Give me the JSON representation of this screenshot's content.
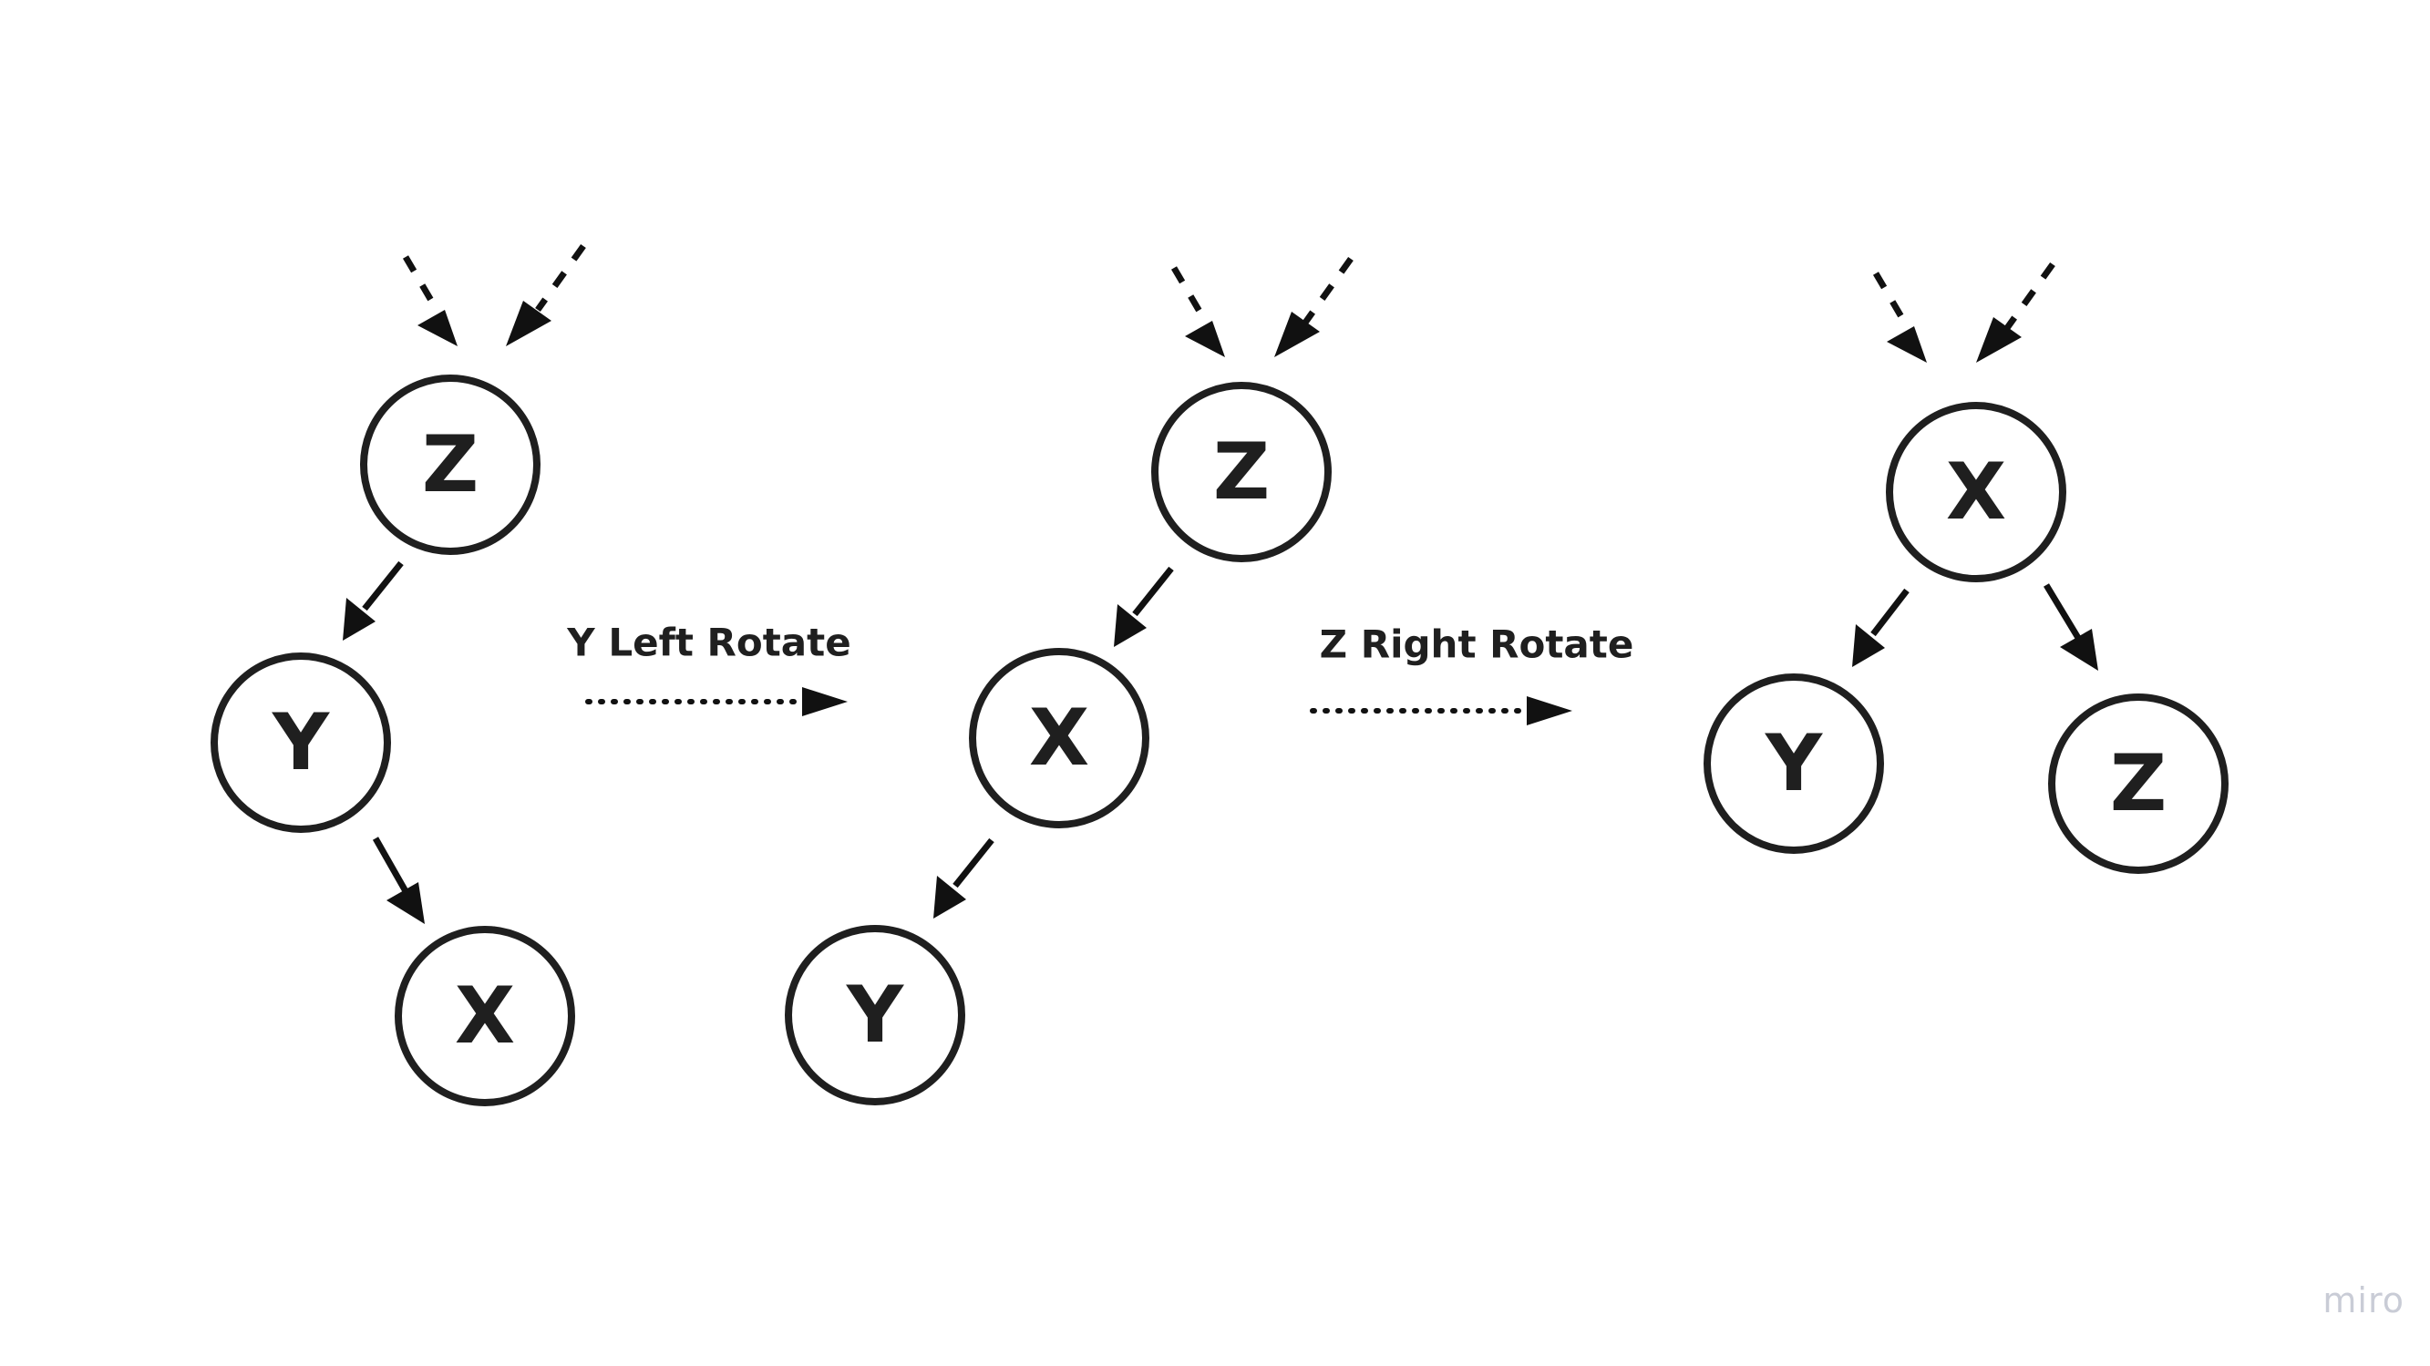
{
  "diagrams": [
    {
      "name": "initial",
      "nodes": [
        {
          "id": "z1",
          "label": "Z"
        },
        {
          "id": "y1",
          "label": "Y"
        },
        {
          "id": "x1",
          "label": "X"
        }
      ]
    },
    {
      "name": "after-y-left-rotate",
      "nodes": [
        {
          "id": "z2",
          "label": "Z"
        },
        {
          "id": "x2",
          "label": "X"
        },
        {
          "id": "y2",
          "label": "Y"
        }
      ]
    },
    {
      "name": "after-z-right-rotate",
      "nodes": [
        {
          "id": "x3",
          "label": "X"
        },
        {
          "id": "y3",
          "label": "Y"
        },
        {
          "id": "z3",
          "label": "Z"
        }
      ]
    }
  ],
  "steps": [
    {
      "label": "Y Left Rotate"
    },
    {
      "label": "Z Right Rotate"
    }
  ],
  "watermark": "miro"
}
